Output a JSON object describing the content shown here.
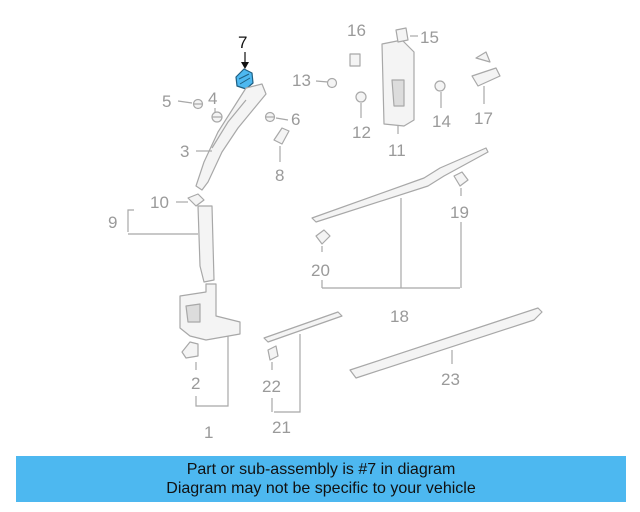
{
  "diagram": {
    "highlight_color": "#4db8f0",
    "highlighted_part": "7",
    "callouts": {
      "c1": "1",
      "c2": "2",
      "c3": "3",
      "c4": "4",
      "c5": "5",
      "c6": "6",
      "c7": "7",
      "c8": "8",
      "c9": "9",
      "c10": "10",
      "c11": "11",
      "c12": "12",
      "c13": "13",
      "c14": "14",
      "c15": "15",
      "c16": "16",
      "c17": "17",
      "c18": "18",
      "c19": "19",
      "c20": "20",
      "c21": "21",
      "c22": "22",
      "c23": "23"
    }
  },
  "banner": {
    "line1": "Part or sub-assembly is #7 in diagram",
    "line2": "Diagram may not be specific to your vehicle",
    "background": "#4db8f0"
  }
}
